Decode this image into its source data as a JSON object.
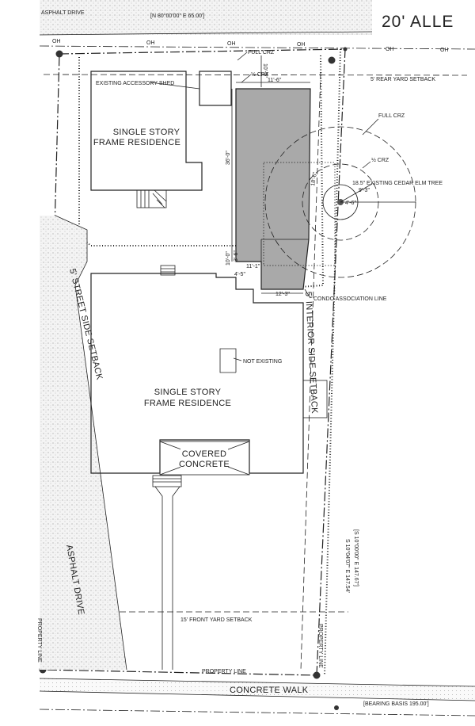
{
  "labels": {
    "asphalt_drive_top": "ASPHALT DRIVE",
    "top_bearing": "[N 80°00'00\" E 65.00']",
    "alley": "20' ALLE",
    "oh": "OH",
    "full_crz_top": "FULL CRZ",
    "half_crz_top": "½ CRZ",
    "rear_setback": "5' REAR YARD SETBACK",
    "accessory_shed": "EXISTING ACCESSORY SHED",
    "residence_top_line1": "SINGLE STORY",
    "residence_top_line2": "FRAME RESIDENCE",
    "full_crz_right": "FULL CRZ",
    "half_crz_right": "½ CRZ",
    "tree": "18.5\" EXISTING CEDAR ELM TREE",
    "street_setback": "5' STREET SIDE SETBACK",
    "condo_line": "CONDO ASSOCIATION LINE",
    "interior_setback": "5' INTERIOR SIDE SETBACK",
    "not_existing": "NOT EXISTING",
    "residence_main_line1": "SINGLE STORY",
    "residence_main_line2": "FRAME RESIDENCE",
    "covered_line1": "COVERED",
    "covered_line2": "CONCRETE",
    "side_bearing_1": "[S 10°00'00\" E 147.67']",
    "side_bearing_2": "S 10°04'07\" E 147.54'",
    "asphalt_drive_left": "ASPHALT DRIVE",
    "front_setback": "15' FRONT YARD SETBACK",
    "property_line_left": "PROPERTY LINE",
    "property_line_right": "PROPERTY LINE",
    "property_line_bottom": "PROPERTY LINE",
    "concrete_walk": "CONCRETE WALK",
    "bearing_basis": "[BEARING BASIS 195.00']"
  },
  "dimensions": {
    "dim_top_width": "11'-6\"",
    "dim_top_vert": "10'-5\"",
    "dim_left_long": "36'-0\"",
    "dim_left_short": "10'-0\"",
    "dim_small_1": "11'-1\"",
    "dim_small_2": "4'-5\"",
    "dim_bottom_width": "12'-3\"",
    "dim_tree_radius": "18'-6\"",
    "dim_tree_half": "9'-3\"",
    "dim_tree_small": "4'-6\"",
    "dim_offset": "3'-6\""
  },
  "colors": {
    "proposed_fill": "#a9a9a9",
    "hatch": "#d6d6d6",
    "ink": "#222222"
  }
}
